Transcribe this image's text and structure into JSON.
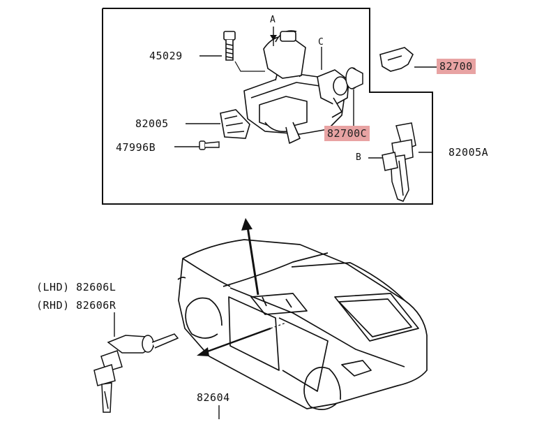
{
  "labels": {
    "p45029": "45029",
    "p82005": "82005",
    "p47996B": "47996B",
    "p82700": "82700",
    "p82700C": "82700C",
    "p82005A": "82005A",
    "pA": "A",
    "pB": "B",
    "pC": "C",
    "lhd": "(LHD) 82606L",
    "rhd": "(RHD) 82606R",
    "p82604": "82604"
  },
  "highlight_color": "#e8a3a3"
}
